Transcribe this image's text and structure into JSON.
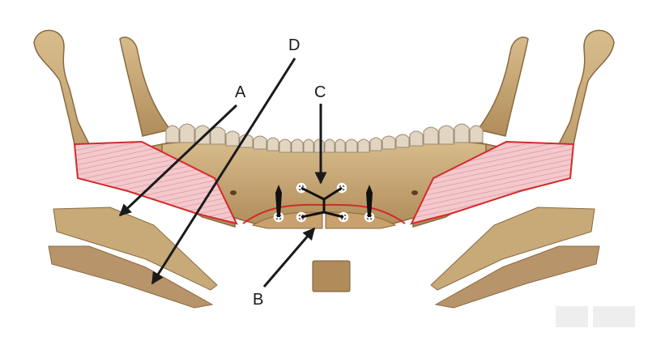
{
  "labels": {
    "a": "A",
    "b": "B",
    "c": "C",
    "d": "D"
  },
  "colors": {
    "bone": "#c8a978",
    "bone_dark": "#a4814f",
    "bone_light": "#dcc29a",
    "teeth": "#e2d6c3",
    "resection_fill": "#f3c9cd",
    "resection_outline": "#d32a2a",
    "arrow": "#1a1a1a",
    "screw": "#ffffff"
  },
  "icons": [
    "mandible",
    "bone-graft-strip",
    "bone-block",
    "fixation-screw",
    "arrow"
  ]
}
